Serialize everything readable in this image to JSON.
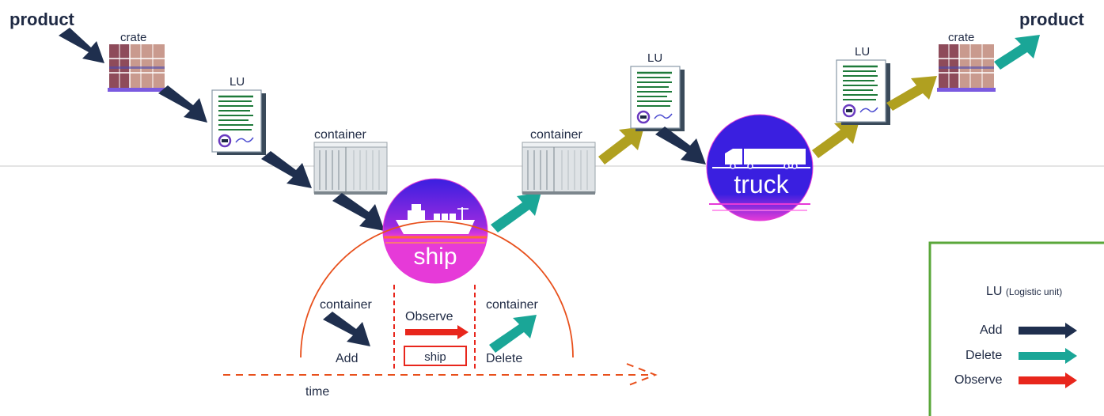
{
  "colors": {
    "add": "#1f2f4e",
    "delete": "#1aa697",
    "observe": "#e8261c",
    "carrier_step": "#b0a020",
    "ship_circle_top": "#3a1fe0",
    "ship_circle_bottom": "#e63ad8",
    "truck_circle": "#3a1fe0",
    "legend_border": "#5aa73a",
    "timeline": "#e8501c"
  },
  "flow": {
    "product_start": "product",
    "crate_start": "crate",
    "lu_1": "LU",
    "container_1": "container",
    "ship": "ship",
    "container_2": "container",
    "lu_2": "LU",
    "truck": "truck",
    "lu_3": "LU",
    "crate_end": "crate",
    "product_end": "product"
  },
  "detail": {
    "container_add": "container",
    "add_label": "Add",
    "observe_label": "Observe",
    "ship_box": "ship",
    "container_delete": "container",
    "delete_label": "Delete",
    "time_label": "time"
  },
  "legend": {
    "title_main": "LU",
    "title_sub": "(Logistic unit)",
    "items": [
      {
        "label": "Add",
        "color_key": "add"
      },
      {
        "label": "Delete",
        "color_key": "delete"
      },
      {
        "label": "Observe",
        "color_key": "observe"
      }
    ]
  }
}
